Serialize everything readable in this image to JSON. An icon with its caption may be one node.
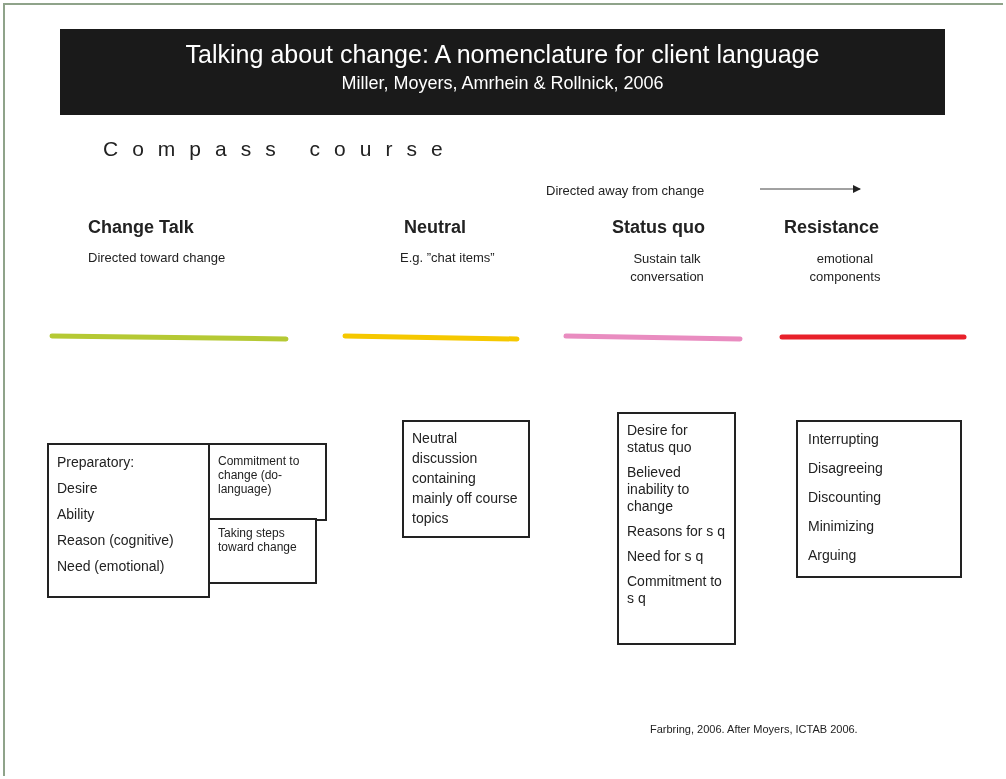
{
  "diagram": {
    "title": "Talking about change: A nomenclature for client language",
    "caption": "Farbring, 2006. After Moyers, ICTAB 2006.",
    "nodes": [
      {
        "text": [
          "Preparatory:",
          "Desire",
          "Ability",
          "Reason (cognitive)",
          "Need (emotional)"
        ]
      },
      {
        "text": [
          "Commitment to change (do-language)"
        ]
      },
      {
        "text": [
          "Taking steps toward change"
        ]
      },
      {
        "text": [
          "Neutral discussion containing mainly off course topics"
        ]
      },
      {
        "text": [
          "Desire for status quo",
          "Believed inability to change",
          "Reasons for s q",
          "Need for s q",
          "Commitment to s q"
        ]
      },
      {
        "text": [
          "Interrupting",
          "Disagreeing",
          "Discounting",
          "Minimizing",
          "Arguing"
        ]
      }
    ],
    "edges": [],
    "labels": [
      "Miller, Moyers, Amrhein & Rollnick, 2006",
      "Compass course",
      "Directed away from change",
      "Change Talk",
      "Neutral",
      "Status quo",
      "Resistance",
      "Directed toward change",
      "E.g. ”chat items”",
      "Sustain talk conversation",
      "emotional components"
    ]
  }
}
